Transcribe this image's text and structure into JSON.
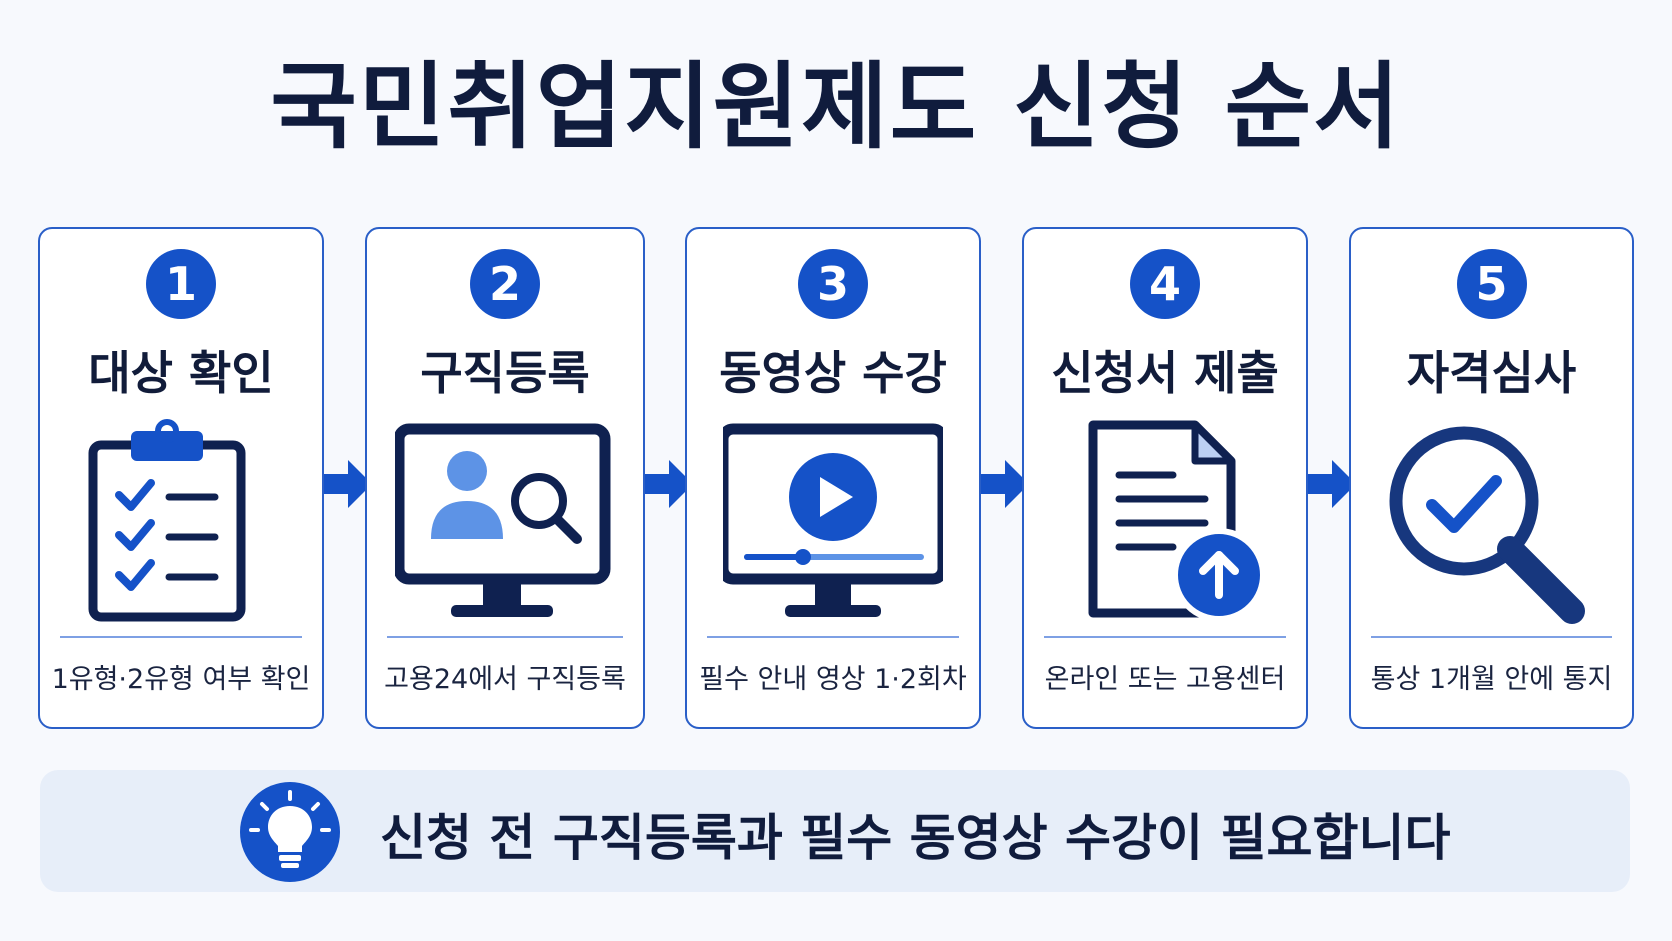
{
  "title": "국민취업지원제도 신청 순서",
  "steps": [
    {
      "number": "1",
      "label": "대상 확인",
      "desc": "1유형·2유형 여부 확인",
      "icon": "clipboard-checklist-icon"
    },
    {
      "number": "2",
      "label": "구직등록",
      "desc": "고용24에서 구직등록",
      "icon": "monitor-user-search-icon"
    },
    {
      "number": "3",
      "label": "동영상 수강",
      "desc": "필수 안내 영상 1·2회차",
      "icon": "monitor-video-play-icon"
    },
    {
      "number": "4",
      "label": "신청서 제출",
      "desc": "온라인 또는 고용센터",
      "icon": "document-upload-icon"
    },
    {
      "number": "5",
      "label": "자격심사",
      "desc": "통상 1개월 안에 통지",
      "icon": "magnifier-check-icon"
    }
  ],
  "notice": {
    "text": "신청 전 구직등록과 필수 동영상 수강이 필요합니다",
    "icon": "lightbulb-icon"
  },
  "colors": {
    "accent": "#1552c8",
    "border": "#2a5fc8",
    "title": "#101c3d",
    "banner": "#e7eef9"
  }
}
